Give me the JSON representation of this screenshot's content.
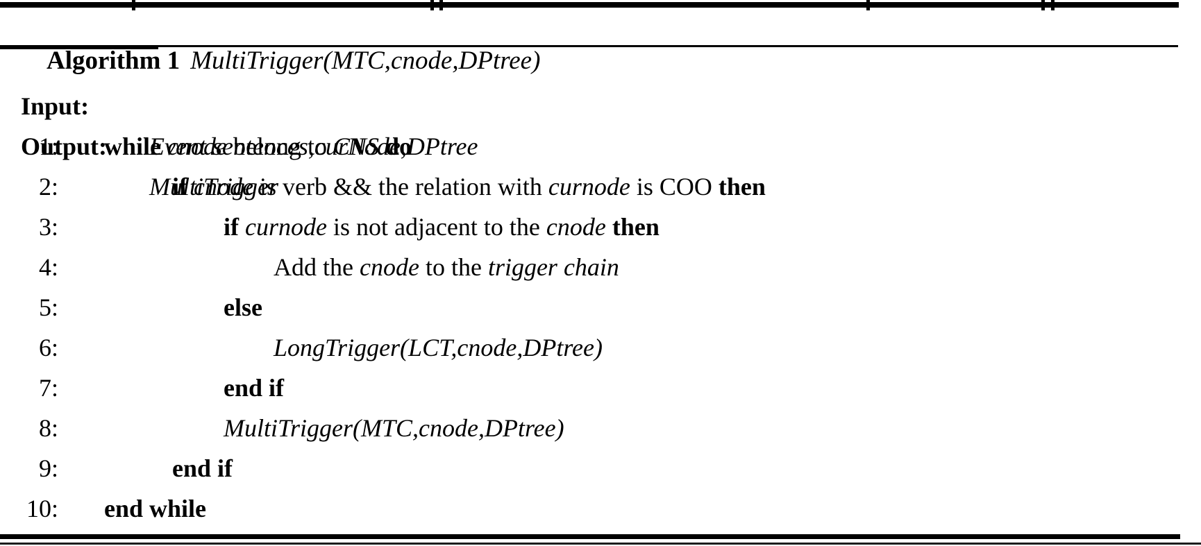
{
  "algorithm": {
    "header": {
      "label": "Algorithm 1",
      "title": "MultiTrigger(MTC,cnode,DPtree)"
    },
    "io": [
      {
        "label": "Input:",
        "value": "Event sentences,curNode,DPtree"
      },
      {
        "label": "Output:",
        "value": "MultiTrigger"
      }
    ],
    "lines": [
      {
        "num": "1:",
        "indent": 0,
        "segments": [
          [
            "b",
            "while "
          ],
          [
            "i",
            "cnode"
          ],
          [
            "r",
            " belong to "
          ],
          [
            "i",
            "CNS"
          ],
          [
            "b",
            " do"
          ]
        ]
      },
      {
        "num": "2:",
        "indent": 1,
        "segments": [
          [
            "b",
            "if "
          ],
          [
            "i",
            "cnode"
          ],
          [
            "r",
            " is verb && the relation with "
          ],
          [
            "i",
            "curnode"
          ],
          [
            "r",
            " is COO "
          ],
          [
            "b",
            "then"
          ]
        ]
      },
      {
        "num": "3:",
        "indent": 2,
        "segments": [
          [
            "b",
            "if "
          ],
          [
            "i",
            "curnode"
          ],
          [
            "r",
            " is not adjacent to the "
          ],
          [
            "i",
            "cnode"
          ],
          [
            "b",
            " then"
          ]
        ]
      },
      {
        "num": "4:",
        "indent": 3,
        "segments": [
          [
            "r",
            "Add the "
          ],
          [
            "i",
            "cnode"
          ],
          [
            "r",
            " to the "
          ],
          [
            "i",
            "trigger chain"
          ]
        ]
      },
      {
        "num": "5:",
        "indent": 2,
        "segments": [
          [
            "b",
            "else"
          ]
        ]
      },
      {
        "num": "6:",
        "indent": 3,
        "segments": [
          [
            "i",
            "LongTrigger(LCT,cnode,DPtree)"
          ]
        ]
      },
      {
        "num": "7:",
        "indent": 2,
        "segments": [
          [
            "b",
            "end if"
          ]
        ]
      },
      {
        "num": "8:",
        "indent": 2,
        "segments": [
          [
            "i",
            "MultiTrigger(MTC,cnode,DPtree)"
          ]
        ]
      },
      {
        "num": "9:",
        "indent": 1,
        "segments": [
          [
            "b",
            "end if"
          ]
        ]
      },
      {
        "num": "10:",
        "indent": 0,
        "segments": [
          [
            "b",
            "end while"
          ]
        ]
      }
    ]
  },
  "colors": {
    "text": "#000000",
    "rule": "#000000",
    "background": "#ffffff"
  }
}
